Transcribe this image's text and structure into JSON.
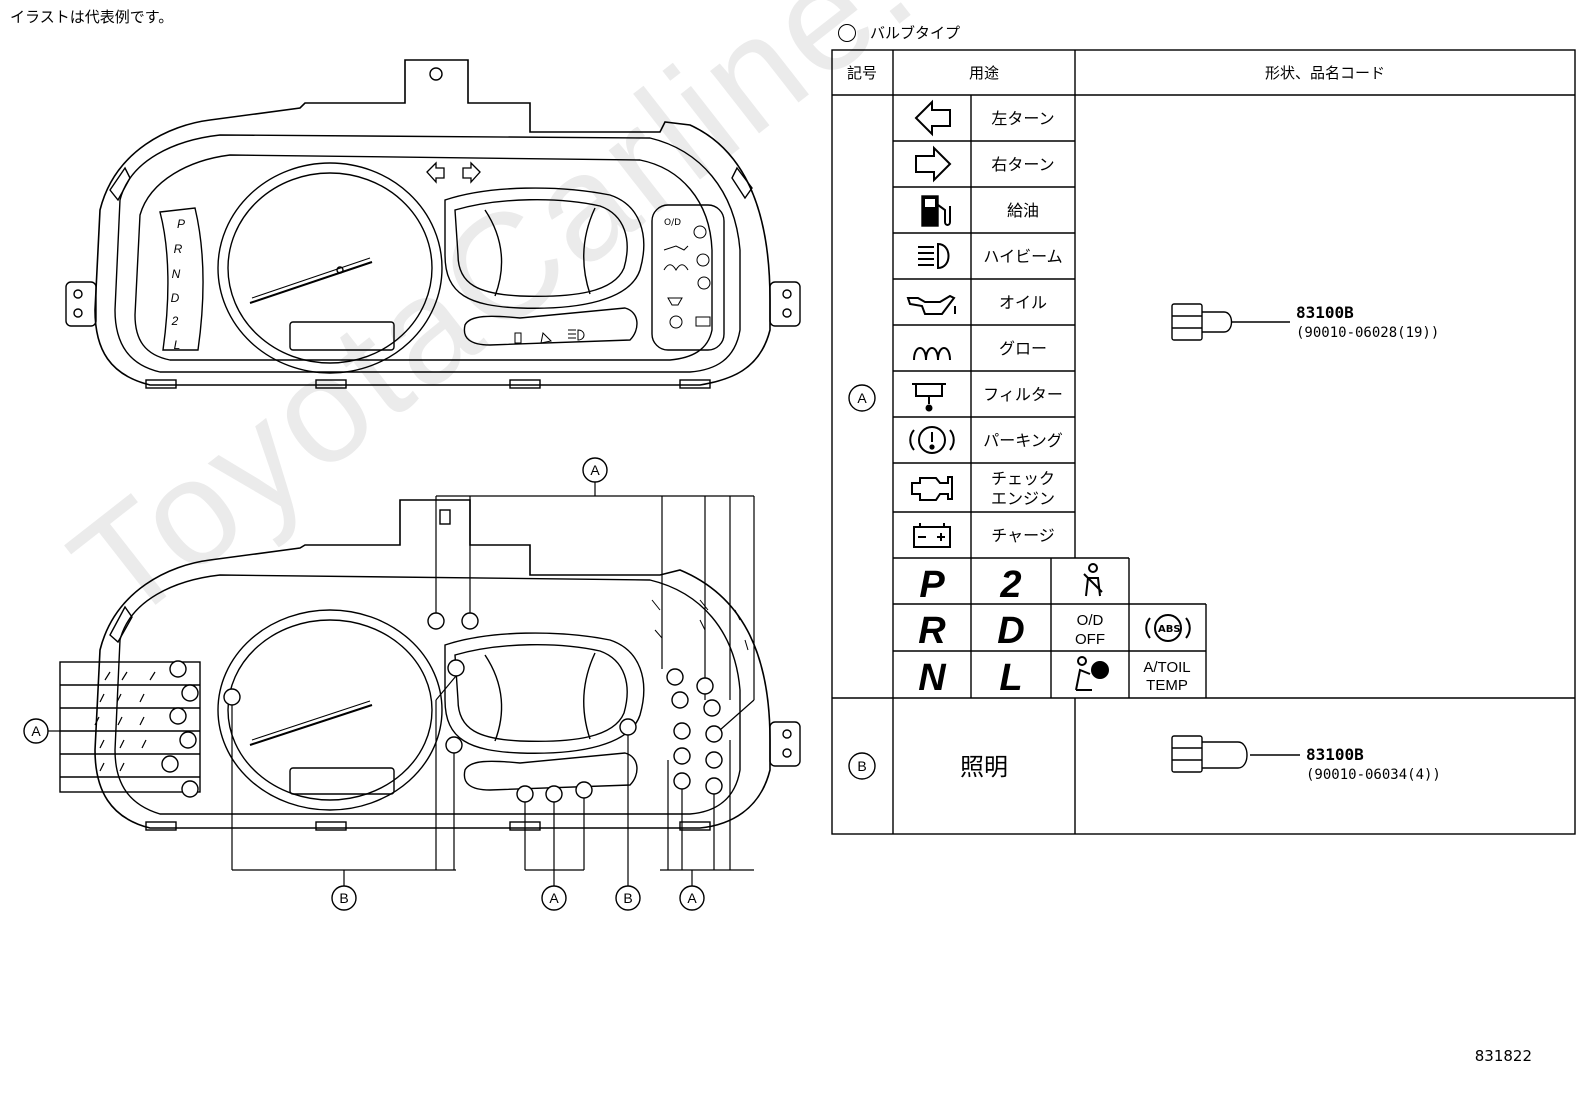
{
  "header_note": "イラストは代表例です。",
  "legend_bulb_type": "バルブタイプ",
  "document_number": "831822",
  "watermark": "ToyotaCarline.ru",
  "table": {
    "col_symbol": "記号",
    "col_usage": "用途",
    "col_shape": "形状、品名コード",
    "group_a_marker": "A",
    "group_b_marker": "B",
    "rows_a": [
      {
        "icon": "left-turn-arrow-icon",
        "label": "左ターン"
      },
      {
        "icon": "right-turn-arrow-icon",
        "label": "右ターン"
      },
      {
        "icon": "fuel-pump-icon",
        "label": "給油"
      },
      {
        "icon": "high-beam-icon",
        "label": "ハイビーム"
      },
      {
        "icon": "oil-can-icon",
        "label": "オイル"
      },
      {
        "icon": "glow-coil-icon",
        "label": "グロー"
      },
      {
        "icon": "filter-icon",
        "label": "フィルター"
      },
      {
        "icon": "parking-brake-icon",
        "label": "パーキング"
      },
      {
        "icon": "check-engine-icon",
        "label": "チェック\nエンジン"
      },
      {
        "icon": "battery-charge-icon",
        "label": "チャージ"
      }
    ],
    "gear_cells": {
      "p": "P",
      "two": "2",
      "r": "R",
      "d": "D",
      "n": "N",
      "l": "L",
      "od_off": [
        "O/D",
        "OFF"
      ],
      "at_oil_temp": [
        "A/TOIL",
        "TEMP"
      ]
    },
    "group_a_part": {
      "code": "83100B",
      "sub": "(90010-06028(19))"
    },
    "group_b_usage": "照明",
    "group_b_part": {
      "code": "83100B",
      "sub": "(90010-06034(4))"
    }
  },
  "cluster_front": {
    "gear_letters": [
      "P",
      "R",
      "N",
      "D",
      "2",
      "L"
    ]
  },
  "callouts": {
    "top_a": "A",
    "left_a": "A",
    "bottom_b": "B",
    "bottom_a_mid": "A",
    "bottom_b_right": "B",
    "bottom_a_right": "A"
  },
  "colors": {
    "ink": "#000000",
    "watermark": "#ebebeb"
  }
}
